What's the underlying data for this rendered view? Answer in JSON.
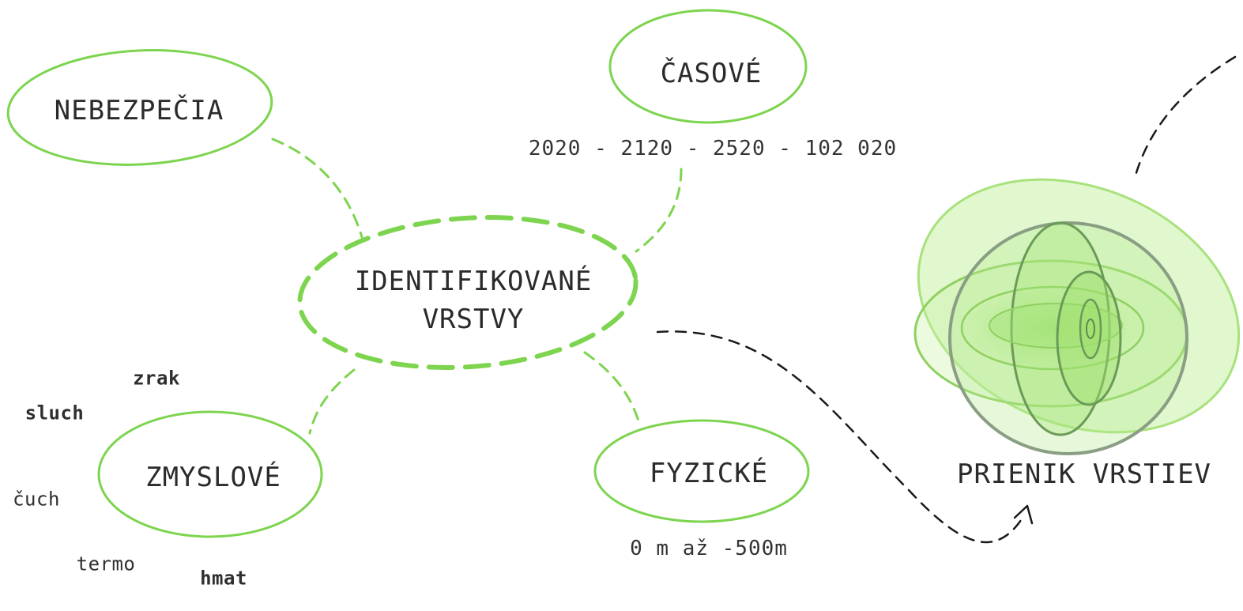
{
  "diagram": {
    "center": {
      "line1": "IDENTIFIKOVANÉ",
      "line2": "VRSTVY"
    },
    "nodes": {
      "nebezpecia": {
        "label": "NEBEZPEČIA"
      },
      "casove": {
        "label": "ČASOVÉ",
        "detail": "2020 - 2120 - 2520 - 102 020"
      },
      "zmyslove": {
        "label": "ZMYSLOVÉ",
        "senses": [
          {
            "text": "zrak",
            "bold": true
          },
          {
            "text": "sluch",
            "bold": true
          },
          {
            "text": "čuch",
            "bold": false
          },
          {
            "text": "termo",
            "bold": false
          },
          {
            "text": "hmat",
            "bold": true
          }
        ]
      },
      "fyzicke": {
        "label": "FYZICKÉ",
        "detail": "0 m až -500m"
      }
    },
    "intersection": {
      "label": "PRIENIK VRSTIEV"
    },
    "colors": {
      "node_stroke": "#7dd44f",
      "connector": "#7dd44f",
      "arrow": "#1a1a1a",
      "fill_light": "#c8f0a6",
      "fill_mid": "#a6e47c",
      "ring_stroke": "#6a9a58",
      "text": "#2b2b2b"
    }
  }
}
